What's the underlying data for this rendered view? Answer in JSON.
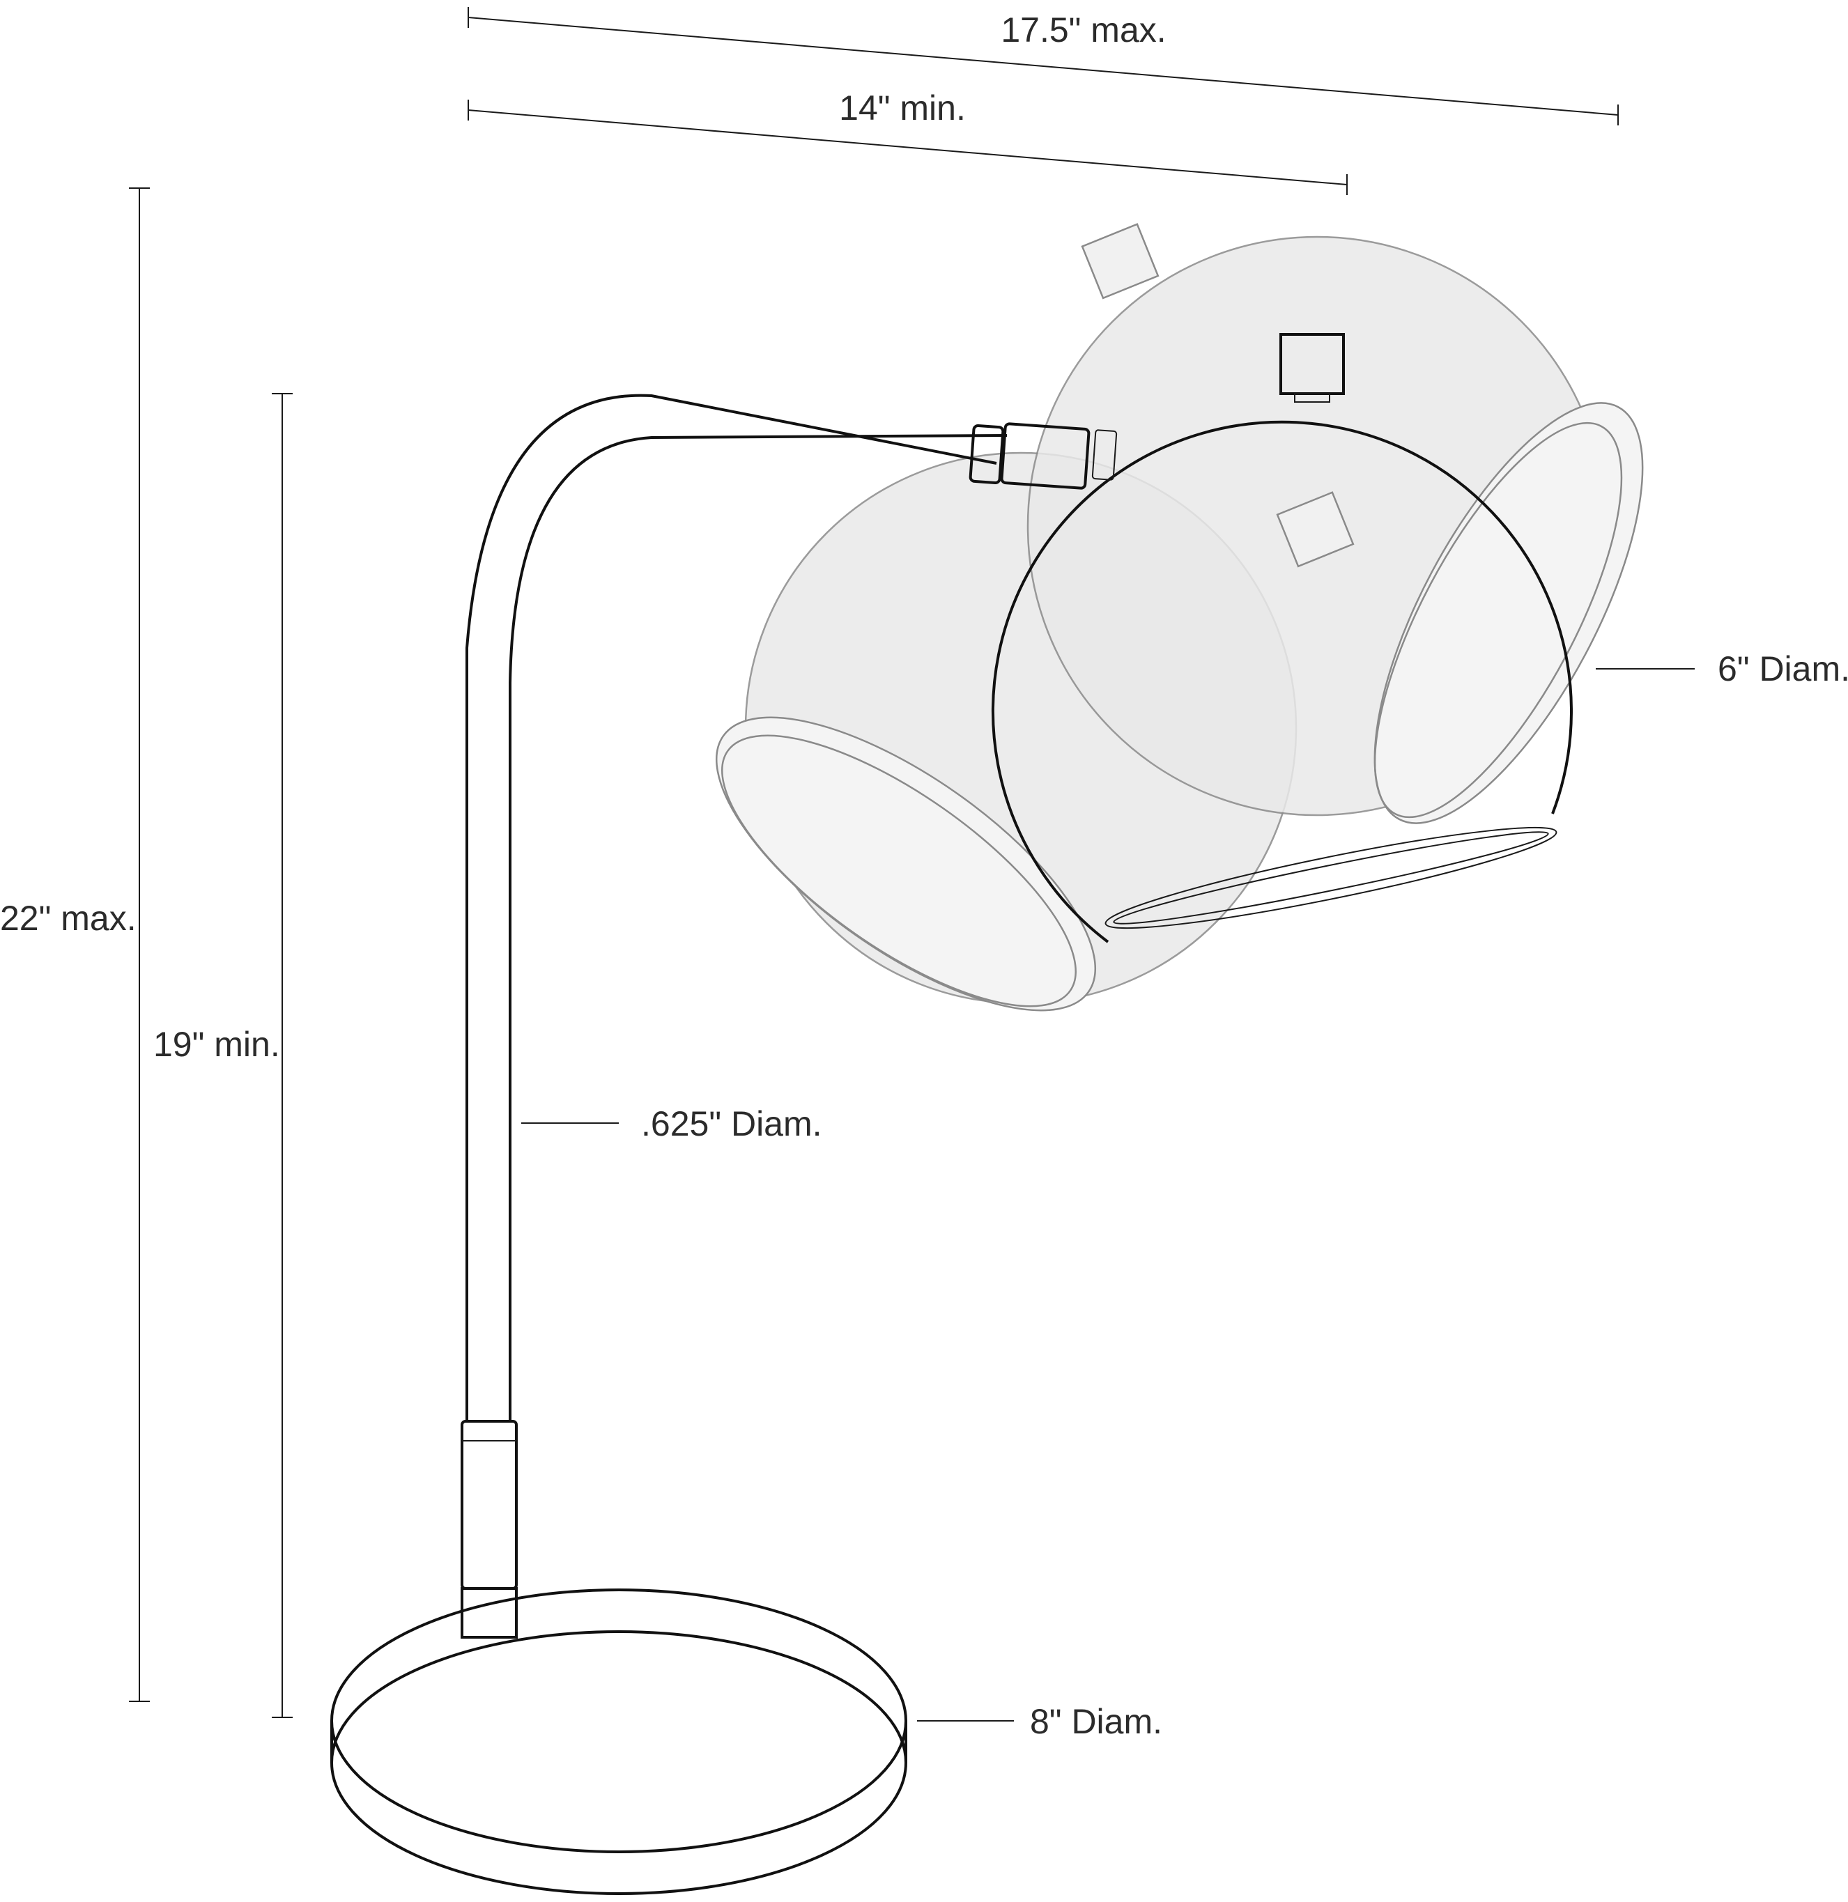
{
  "dimensions": {
    "width_max": "17.5\" max.",
    "width_min": "14\" min.",
    "height_max": "22\" max.",
    "height_min": "19\" min.",
    "shade_diameter": "6\" Diam.",
    "stem_diameter": ".625\" Diam.",
    "base_diameter": "8\" Diam."
  },
  "colors": {
    "line": "#1a1a1a",
    "ghost_line": "#8a8a8a",
    "ghost_fill": "#e9e9e9",
    "background": "#ffffff"
  }
}
